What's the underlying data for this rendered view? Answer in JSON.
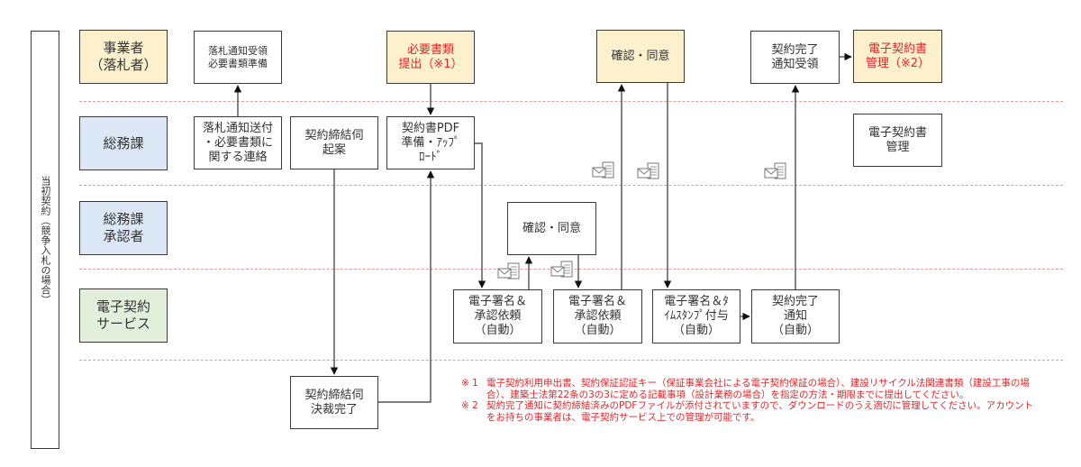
{
  "diagram": {
    "side_label": "当初契約（競争入札の場合）",
    "lanes": [
      {
        "id": "bidder",
        "label": "事業者\n（落札者）",
        "color": "#fdf0cc"
      },
      {
        "id": "general-affairs",
        "label": "総務課",
        "color": "#dce8f6"
      },
      {
        "id": "approver",
        "label": "総務課\n承認者",
        "color": "#dce8f6"
      },
      {
        "id": "e-contract-service",
        "label": "電子契約\nサービス",
        "color": "#e2efda"
      }
    ],
    "steps": {
      "receive_notice": "落札通知受領\n必要書類準備",
      "send_notice": "落札通知送付\n・必要書類に\n関する連絡",
      "draft_approval": "契約締結伺\n起案",
      "submit_docs": "必要書類\n提出（※1）",
      "prepare_pdf": "契約書PDF\n準備・ｱｯﾌﾟ\nﾛｰﾄﾞ",
      "bidder_confirm": "確認・同意",
      "approver_confirm": "確認・同意",
      "sign_request_1": "電子署名＆\n承認依頼\n（自動）",
      "sign_request_2": "電子署名＆\n承認依頼\n（自動）",
      "sign_timestamp": "電子署名＆ﾀ\nｲﾑｽﾀﾝﾌﾟ付与\n（自動）",
      "completion_notice": "契約完了\n通知\n（自動）",
      "receive_completion": "契約完了\n通知受領",
      "bidder_manage": "電子契約書\n管理（※2）",
      "office_manage": "電子契約書\n管理",
      "approval_done": "契約締結伺\n決裁完了"
    },
    "icons": {
      "mail": "mail-document-icon"
    },
    "notes": [
      {
        "mark": "※ 1",
        "text": "電子契約利用申出書、契約保証認証キー（保証事業会社による電子契約保証の場合）、建設リサイクル法関連書類（建設工事の場合）、建築士法第22条の3の3に定める記載事項（設計業務の場合）を指定の方法・期限までに提出してください。"
      },
      {
        "mark": "※ 2",
        "text": "契約完了通知に契約締結済みのPDFファイルが添付されていますので、ダウンロードのうえ適切に管理してください。アカウントをお持ちの事業者は、電子契約サービス上での管理が可能です。"
      }
    ],
    "colors": {
      "accent_red": "#e0262a",
      "lane_divider": "#e59aa0"
    }
  }
}
